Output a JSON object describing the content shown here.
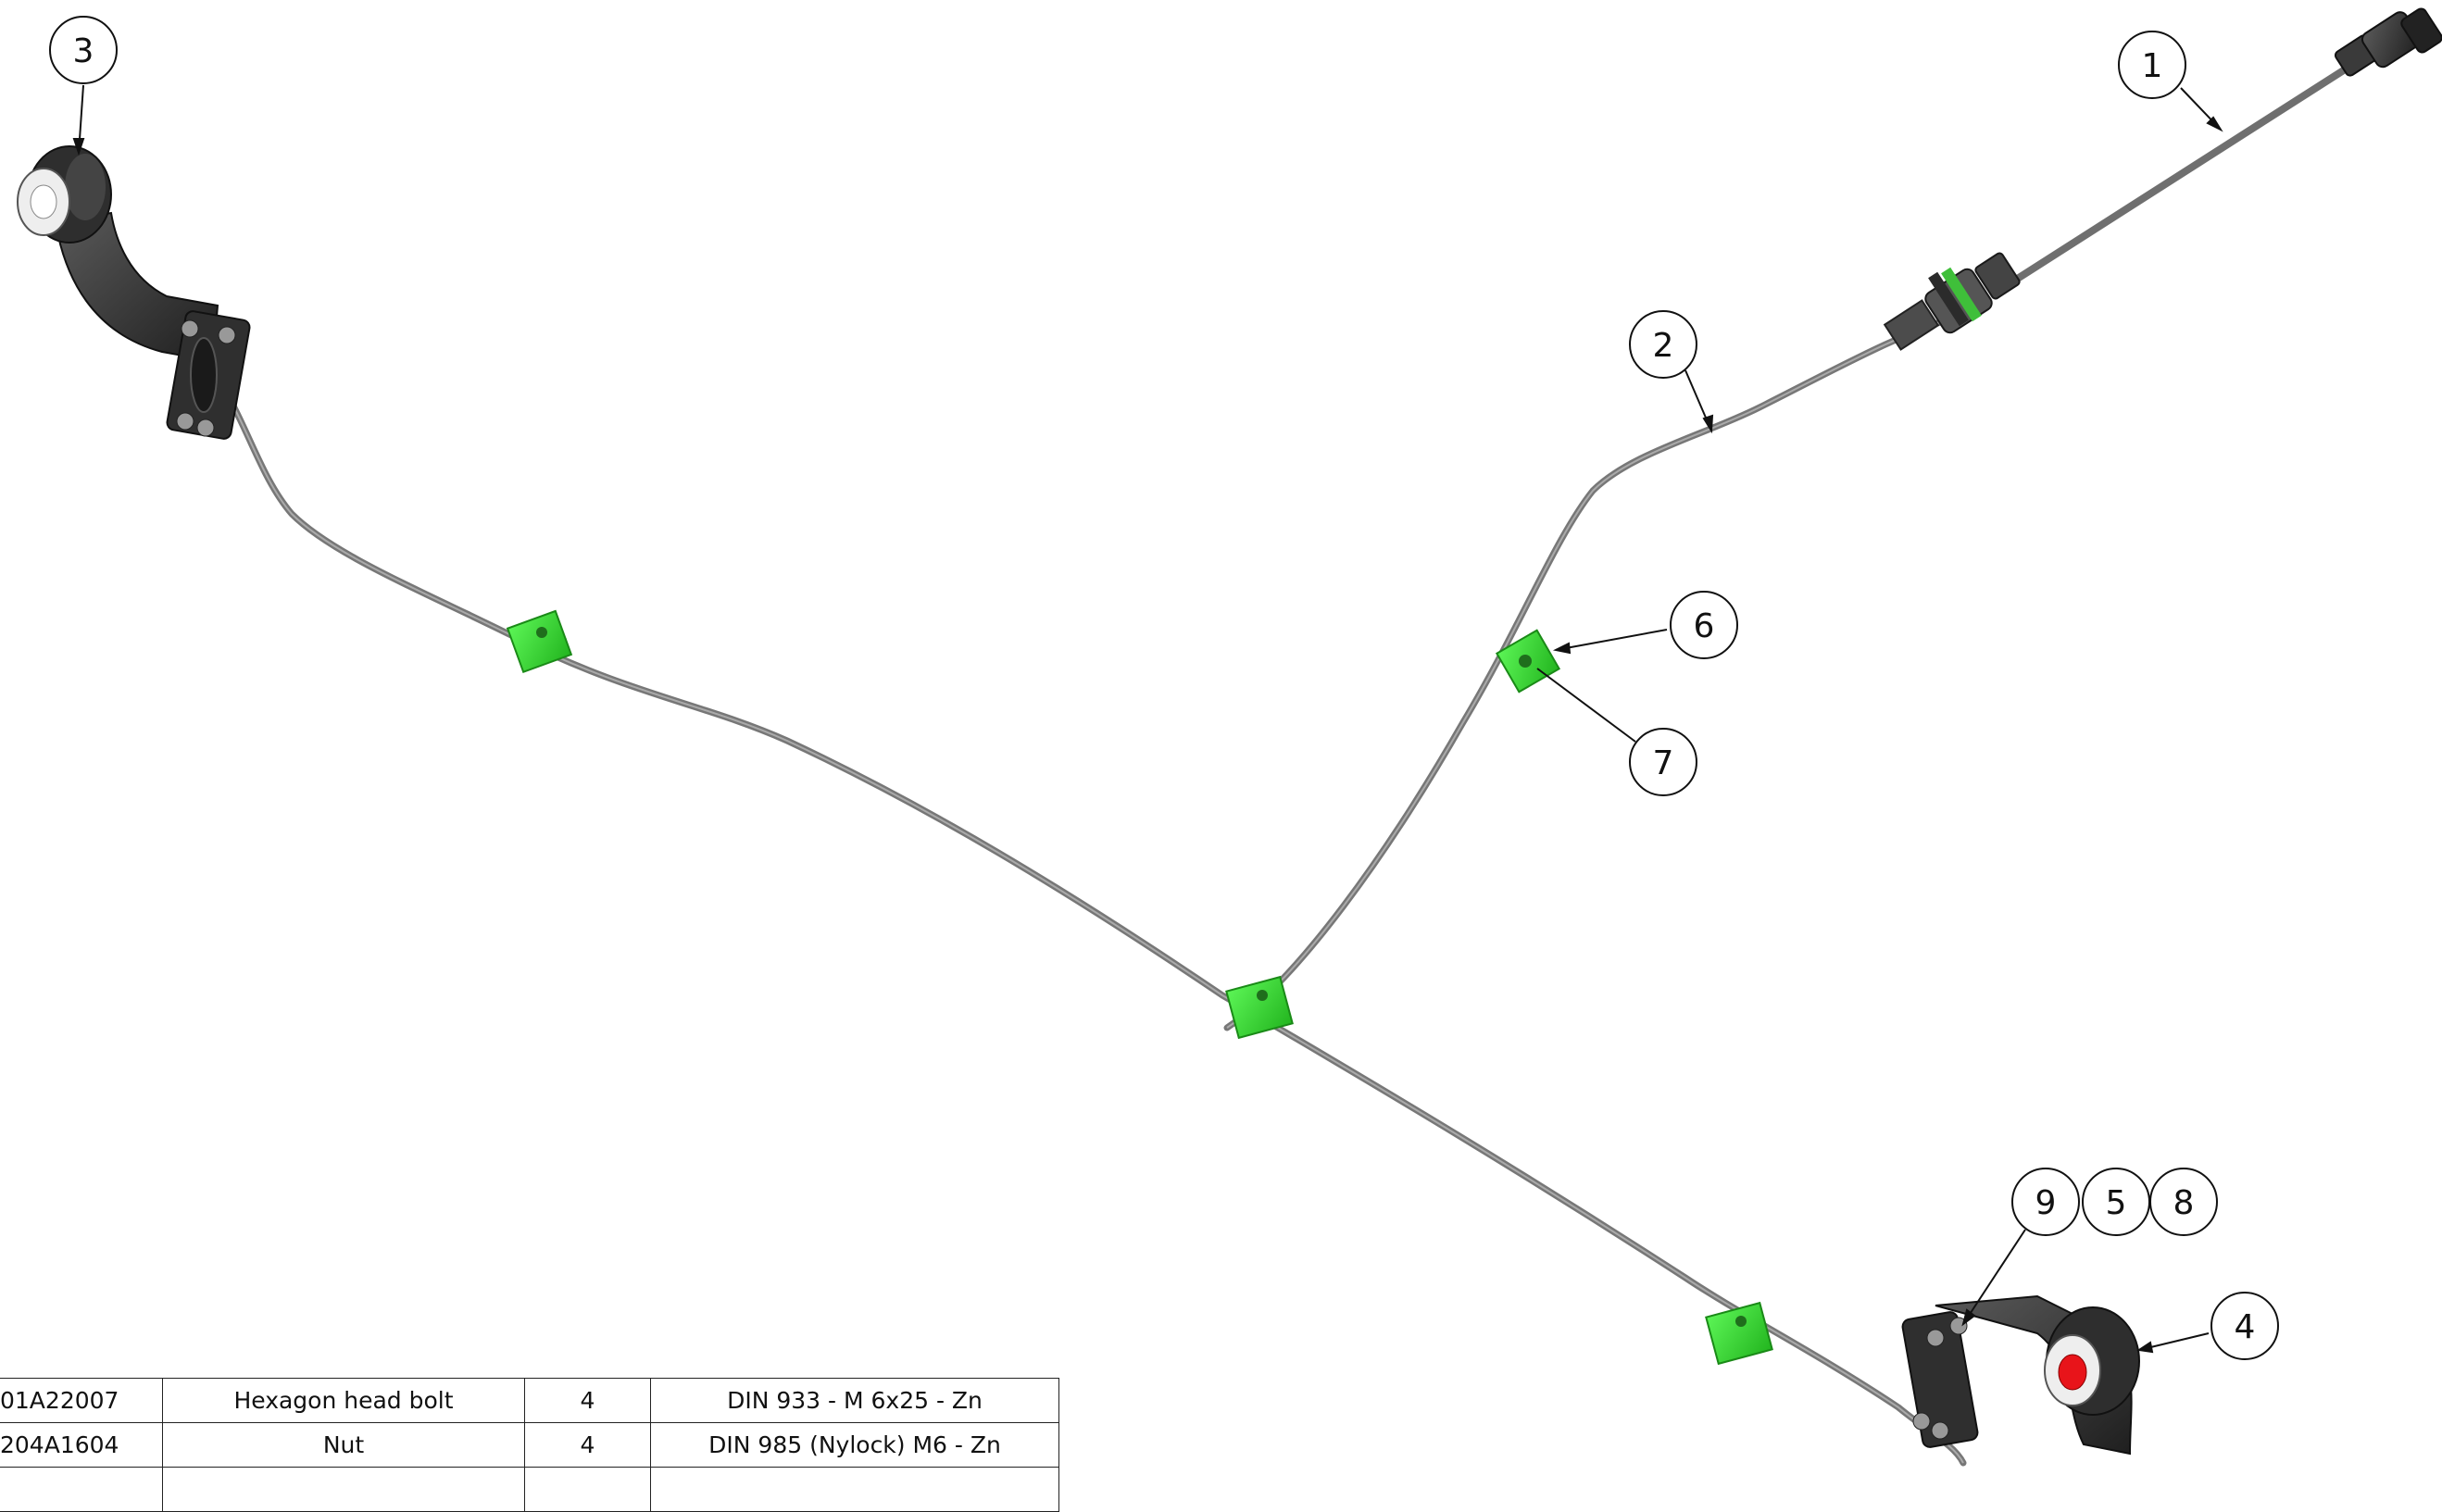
{
  "balloons": [
    "1",
    "2",
    "3",
    "4",
    "5",
    "6",
    "7",
    "8",
    "9"
  ],
  "bom": {
    "rows": [
      {
        "part_no": "01A22007",
        "description": "Hexagon head bolt",
        "qty": "4",
        "spec": "DIN 933 - M 6x25 - Zn"
      },
      {
        "part_no": "204A1604",
        "description": "Nut",
        "qty": "4",
        "spec": "DIN 985 (Nylock) M6 - Zn"
      },
      {
        "part_no": "",
        "description": "",
        "qty": "",
        "spec": ""
      }
    ]
  },
  "colors": {
    "cable": "#6b6b6b",
    "clip": "#3fe03a",
    "lamp_body": "#3a3a3a",
    "lamp_red": "#e8141a"
  }
}
